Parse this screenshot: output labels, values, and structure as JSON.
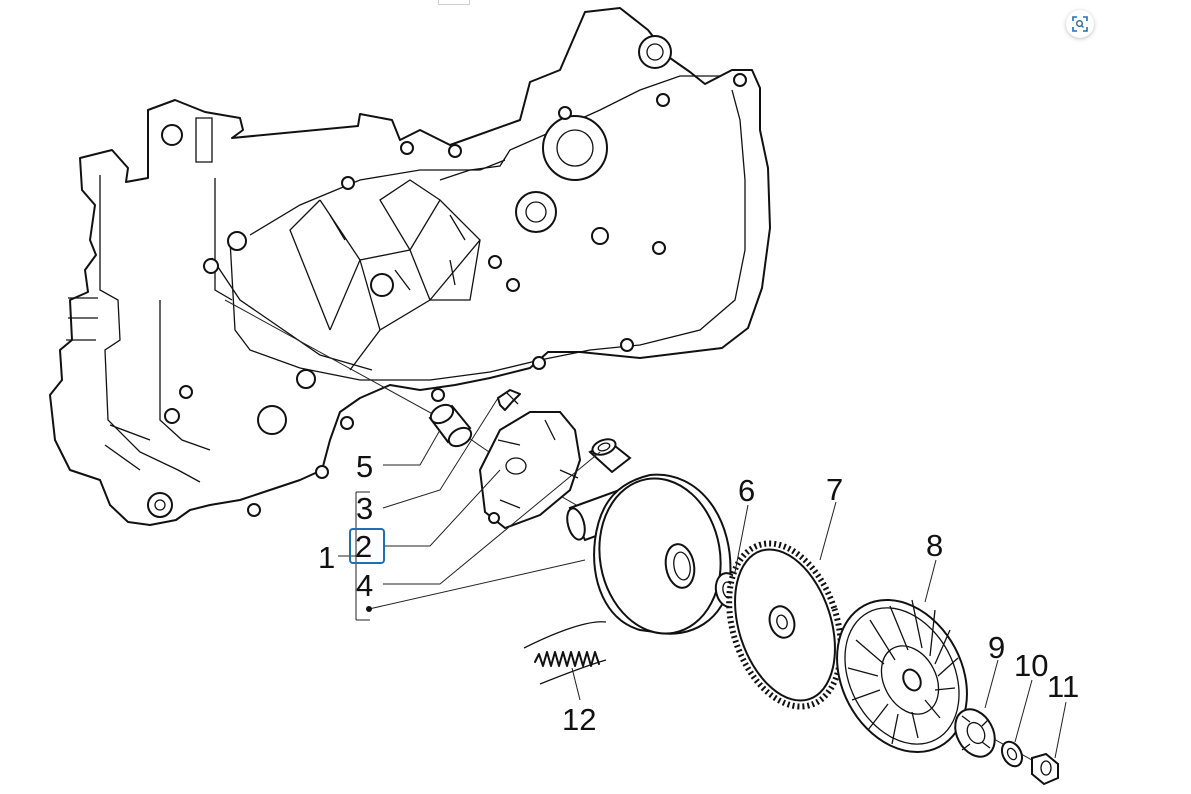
{
  "diagram": {
    "callouts": [
      "1",
      "2",
      "3",
      "4",
      "5",
      "6",
      "7",
      "8",
      "9",
      "10",
      "11",
      "12"
    ],
    "highlighted_callout": "2"
  },
  "toolbar": {
    "zoom_icon": "scan-zoom-icon"
  },
  "colors": {
    "highlight": "#1f6fb2",
    "line": "#111111",
    "background": "#ffffff"
  }
}
